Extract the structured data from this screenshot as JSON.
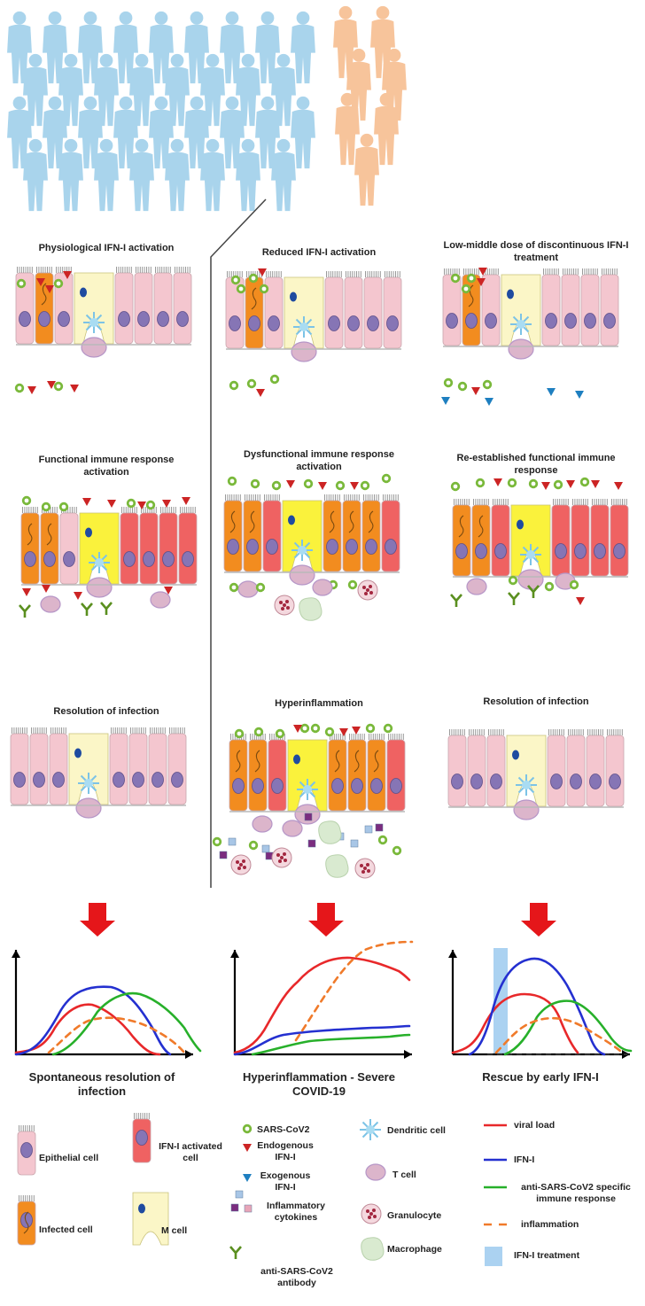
{
  "colors": {
    "person_blue": "#a9d4ec",
    "person_orange": "#f7c49b",
    "epithelial": "#f4c6cf",
    "infected": "#f28c1f",
    "ifn_activated": "#ef6262",
    "m_cell_pale": "#fbf6c7",
    "m_cell_bright": "#faf23c",
    "nucleus": "#8675b5",
    "virus": "#7ab93b",
    "endogenous_ifn": "#cc2424",
    "exogenous_ifn": "#1e7fc0",
    "arrow": "#e5161a",
    "viral_load": "#e8282a",
    "ifn_i": "#2430d0",
    "immune_response": "#27b02a",
    "inflammation": "#f07a2a",
    "ifn_treatment": "#9ccaee"
  },
  "panels": {
    "physiological_ifn": "Physiological IFN-I activation",
    "reduced_ifn": "Reduced IFN-I activation",
    "low_middle_dose": "Low-middle dose of discontinuous IFN-I treatment",
    "functional_immune": "Functional immune response activation",
    "dysfunctional_immune": "Dysfunctional immune response activation",
    "reestablished_immune": "Re-established functional immune response",
    "resolution_left": "Resolution of infection",
    "hyperinflammation": "Hyperinflammation",
    "resolution_right": "Resolution of infection"
  },
  "outcomes": {
    "left": "Spontaneous resolution of infection",
    "middle": "Hyperinflammation - Severe COVID-19",
    "right": "Rescue by early IFN-I"
  },
  "legend": {
    "epithelial_cell": "Epithelial cell",
    "ifn_activated_cell": "IFN-I activated cell",
    "infected_cell": "Infected cell",
    "m_cell": "M cell",
    "sars_cov2": "SARS-CoV2",
    "endogenous_ifn": "Endogenous IFN-I",
    "exogenous_ifn": "Exogenous IFN-I",
    "inflammatory_cytokines": "Inflammatory cytokines",
    "antibody": "anti-SARS-CoV2 antibody",
    "dendritic_cell": "Dendritic cell",
    "t_cell": "T cell",
    "granulocyte": "Granulocyte",
    "macrophage": "Macrophage",
    "viral_load": "viral load",
    "ifn_i": "IFN-I",
    "specific_immune_response": "anti-SARS-CoV2 specific immune response",
    "inflammation": "inflammation",
    "ifn_treatment": "IFN-I treatment"
  }
}
